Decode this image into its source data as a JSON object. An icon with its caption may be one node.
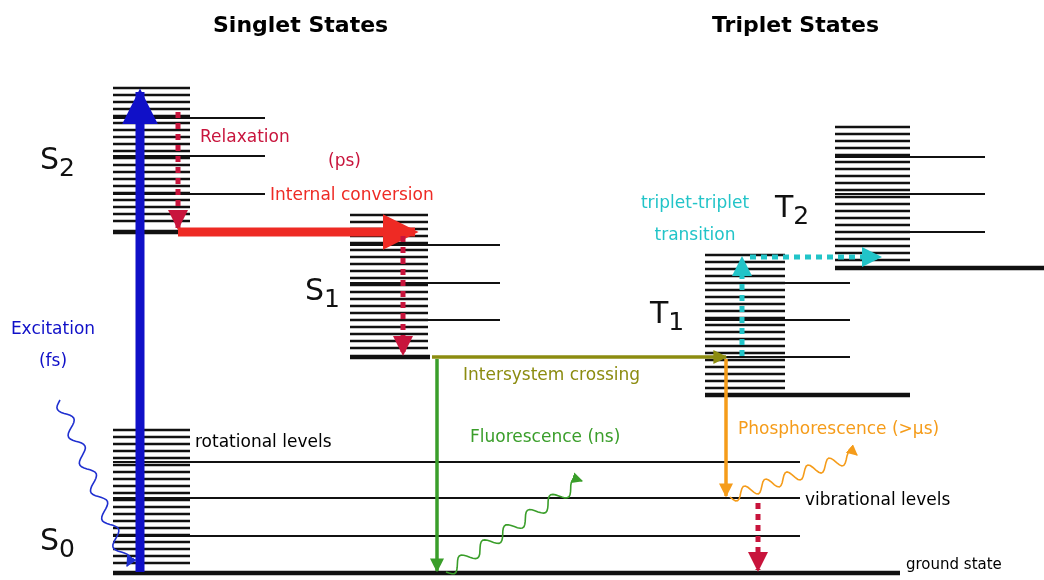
{
  "diagram": {
    "nodes": [
      {
        "text": [
          "S$_{2}$"
        ]
      },
      {
        "text": [
          "S$_{1}$"
        ]
      },
      {
        "text": [
          "T$_{1}$"
        ]
      },
      {
        "text": [
          "T$_{2}$"
        ]
      },
      {
        "text": [
          "S$_{0}$"
        ]
      }
    ],
    "edges": [
      {
        "from": 4,
        "to": 0,
        "arrow": "to",
        "label": "Excitation (fs)",
        "style": "thick",
        "color": "#1010c8"
      },
      {
        "from": 0,
        "to": 0,
        "arrow": "to",
        "label": "Relaxation",
        "style": "dashed",
        "color": "#c8143c"
      },
      {
        "from": 0,
        "to": 1,
        "arrow": "to",
        "label": "Internal conversion",
        "style": "thick",
        "color": "#ee2a24"
      },
      {
        "from": 1,
        "to": 1,
        "arrow": "to",
        "style": "dashed",
        "color": "#c8143c"
      },
      {
        "from": 1,
        "to": 2,
        "arrow": "to",
        "label": "Intersystem crossing",
        "color": "#8c8c10"
      },
      {
        "from": 1,
        "to": 4,
        "arrow": "to",
        "label": "Fluorescence (ns)",
        "color": "#3a9e2a"
      },
      {
        "from": 2,
        "to": 4,
        "arrow": "to",
        "label": "Phosphorescence (>µs)",
        "color": "#f59c1a"
      },
      {
        "from": 2,
        "to": 2,
        "arrow": "to",
        "style": "dashed",
        "color": "#22c4c8"
      },
      {
        "from": 2,
        "to": 3,
        "arrow": "to",
        "label": "triplet-triplet transition",
        "style": "dashed",
        "color": "#22c4c8"
      },
      {
        "from": null,
        "to": 4,
        "arrow": "to",
        "color": "#2030d0"
      },
      {
        "from": 4,
        "to": 4,
        "arrow": "to",
        "style": "dashed",
        "color": "#c8143c"
      }
    ],
    "labels": [
      "Singlet States",
      "Triplet States",
      "(ps)",
      "rotational levels",
      "vibrational levels",
      "ground state"
    ]
  }
}
